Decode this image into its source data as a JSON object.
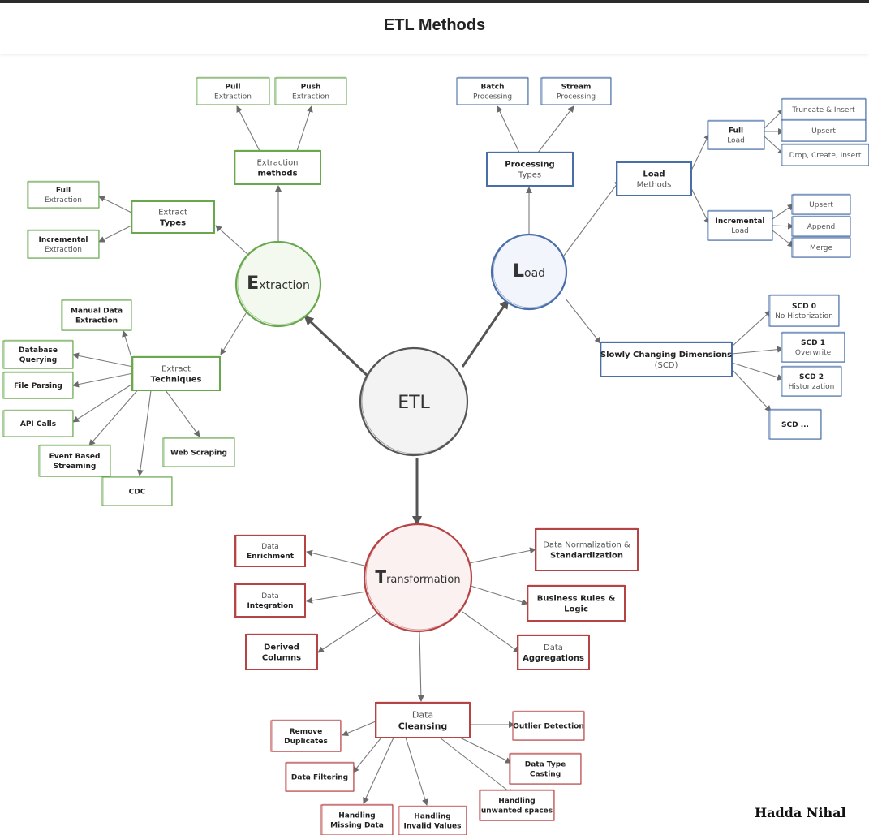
{
  "header": {
    "title": "ETL Methods"
  },
  "footer": {
    "author": "Hadda Nihal"
  },
  "colors": {
    "green": "#6aa84f",
    "blue": "#4a6fa8",
    "red": "#b74444",
    "gray": "#555555",
    "green_fill": "#f3f9ef",
    "blue_fill": "#f2f5fb",
    "red_fill": "#fbf1f1",
    "gray_fill": "#f3f3f3"
  },
  "nodes": {
    "etl": {
      "label": "ETL"
    },
    "extraction": {
      "initial": "E",
      "rest": "xtraction"
    },
    "load": {
      "initial": "L",
      "rest": "oad"
    },
    "transformation": {
      "initial": "T",
      "rest": "ransformation"
    },
    "extraction_methods": {
      "line1": "Extraction",
      "line2": "methods"
    },
    "pull_extraction": {
      "line1": "Pull",
      "line2": "Extraction"
    },
    "push_extraction": {
      "line1": "Push",
      "line2": "Extraction"
    },
    "extract_types": {
      "line1": "Extract",
      "line2": "Types"
    },
    "full_extraction": {
      "line1": "Full",
      "line2": "Extraction"
    },
    "incremental_extraction": {
      "line1": "Incremental",
      "line2": "Extraction"
    },
    "extract_techniques": {
      "line1": "Extract",
      "line2": "Techniques"
    },
    "manual_data_extraction": {
      "line1": "Manual Data",
      "line2": "Extraction"
    },
    "database_querying": {
      "line1": "Database",
      "line2": "Querying"
    },
    "file_parsing": {
      "line1": "File Parsing",
      "line2": ""
    },
    "api_calls": {
      "line1": "API Calls",
      "line2": ""
    },
    "event_based_streaming": {
      "line1": "Event Based",
      "line2": "Streaming"
    },
    "cdc": {
      "line1": "CDC",
      "line2": ""
    },
    "web_scraping": {
      "line1": "Web Scraping",
      "line2": ""
    },
    "processing_types": {
      "line1": "Processing",
      "line2": "Types"
    },
    "batch_processing": {
      "line1": "Batch",
      "line2": "Processing"
    },
    "stream_processing": {
      "line1": "Stream",
      "line2": "Processing"
    },
    "load_methods": {
      "line1": "Load",
      "line2": "Methods"
    },
    "full_load": {
      "line1": "Full",
      "line2": "Load"
    },
    "truncate_insert": {
      "line1": "Truncate & Insert",
      "line2": ""
    },
    "upsert_full": {
      "line1": "Upsert",
      "line2": ""
    },
    "drop_create_insert": {
      "line1": "Drop, Create, Insert",
      "line2": ""
    },
    "incremental_load": {
      "line1": "Incremental",
      "line2": "Load"
    },
    "upsert_incr": {
      "line1": "Upsert",
      "line2": ""
    },
    "append": {
      "line1": "Append",
      "line2": ""
    },
    "merge": {
      "line1": "Merge",
      "line2": ""
    },
    "scd": {
      "line1": "Slowly Changing Dimensions",
      "line2": "(SCD)"
    },
    "scd0": {
      "line1": "SCD 0",
      "line2": "No Historization"
    },
    "scd1": {
      "line1": "SCD 1",
      "line2": "Overwrite"
    },
    "scd2": {
      "line1": "SCD 2",
      "line2": "Historization"
    },
    "scd_more": {
      "line1": "SCD ...",
      "line2": ""
    },
    "data_enrichment": {
      "line1": "Data",
      "line2": "Enrichment"
    },
    "data_integration": {
      "line1": "Data",
      "line2": "Integration"
    },
    "derived_columns": {
      "line1": "Derived",
      "line2": "Columns"
    },
    "data_normalization": {
      "line1": "Data Normalization &",
      "line2": "Standardization"
    },
    "business_rules": {
      "line1": "Business Rules &",
      "line2": "Logic"
    },
    "data_aggregations": {
      "line1": "Data",
      "line2": "Aggregations"
    },
    "data_cleansing": {
      "line1": "Data",
      "line2": "Cleansing"
    },
    "remove_duplicates": {
      "line1": "Remove",
      "line2": "Duplicates"
    },
    "data_filtering": {
      "line1": "Data Filtering",
      "line2": ""
    },
    "handling_missing": {
      "line1": "Handling",
      "line2": "Missing Data"
    },
    "handling_invalid": {
      "line1": "Handling",
      "line2": "Invalid Values"
    },
    "handling_spaces": {
      "line1": "Handling",
      "line2": "unwanted spaces"
    },
    "data_type_casting": {
      "line1": "Data Type",
      "line2": "Casting"
    },
    "outlier_detection": {
      "line1": "Outlier Detection",
      "line2": ""
    }
  }
}
